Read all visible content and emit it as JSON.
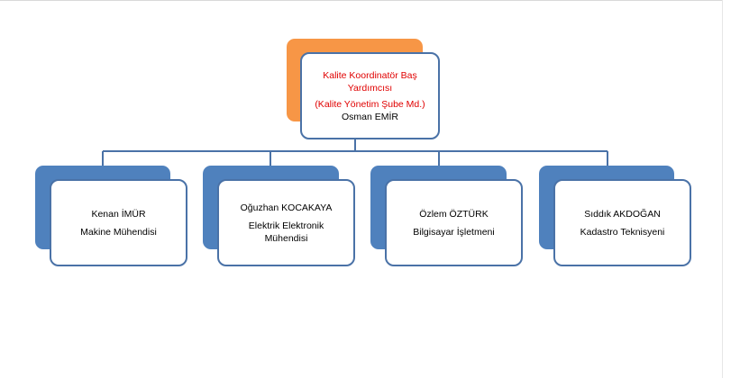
{
  "colors": {
    "card_border": "#4a72a7",
    "shadow_orange": "#f79646",
    "shadow_blue": "#4f81bd",
    "title_red": "#e00000",
    "connector": "#4a72a7"
  },
  "top": {
    "title_line1": "Kalite Koordinatör Baş",
    "title_line2": "Yardımcısı",
    "subtitle": "(Kalite Yönetim Şube Md.)",
    "name": "Osman EMİR"
  },
  "children": [
    {
      "name": "Kenan İMÜR",
      "role_line1": "Makine Mühendisi",
      "role_line2": ""
    },
    {
      "name": "Oğuzhan KOCAKAYA",
      "role_line1": "Elektrik Elektronik",
      "role_line2": "Mühendisi"
    },
    {
      "name": "Özlem ÖZTÜRK",
      "role_line1": "Bilgisayar İşletmeni",
      "role_line2": ""
    },
    {
      "name": "Sıddık AKDOĞAN",
      "role_line1": "Kadastro Teknisyeni",
      "role_line2": ""
    }
  ]
}
